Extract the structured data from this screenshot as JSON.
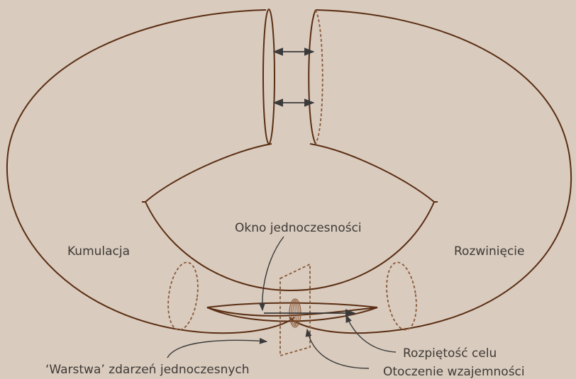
{
  "labels": {
    "accumulation": "Kumulacja",
    "development": "Rozwinięcie",
    "simultaneity_window": "Okno jednoczesności",
    "target_span": "Rozpiętość celu",
    "simultaneous_layer": "‘Warstwa’ zdarzeń jednoczesnych",
    "mutuality_surround": "Otoczenie wzajemności"
  },
  "colors": {
    "background": "#d9cbbe",
    "outline": "#5a2e13",
    "dashed": "#8a5a3a",
    "arrow": "#3a3a3a",
    "text": "#3e3a36"
  }
}
